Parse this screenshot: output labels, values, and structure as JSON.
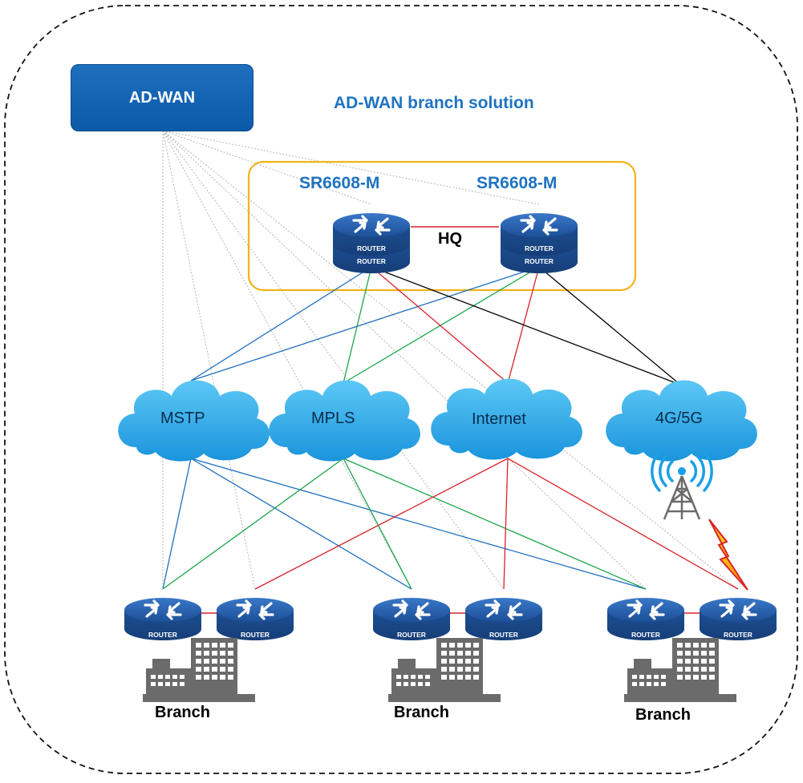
{
  "controller": {
    "label": "AD-WAN"
  },
  "title": "AD-WAN branch solution",
  "hq": {
    "label": "HQ",
    "routers": [
      {
        "model": "SR6608-M",
        "badge_top": "ROUTER",
        "badge_bottom": "ROUTER"
      },
      {
        "model": "SR6608-M",
        "badge_top": "ROUTER",
        "badge_bottom": "ROUTER"
      }
    ]
  },
  "networks": [
    {
      "label": "MSTP"
    },
    {
      "label": "MPLS"
    },
    {
      "label": "Internet"
    },
    {
      "label": "4G/5G"
    }
  ],
  "branches": [
    {
      "label": "Branch",
      "routers": [
        "ROUTER",
        "ROUTER"
      ]
    },
    {
      "label": "Branch",
      "routers": [
        "ROUTER",
        "ROUTER"
      ]
    },
    {
      "label": "Branch",
      "routers": [
        "ROUTER",
        "ROUTER"
      ]
    }
  ],
  "colors": {
    "mstp": "#1f6fbf",
    "mpls": "#1aa64a",
    "internet": "#d9232a",
    "wireless": "#000000",
    "management": "#b5b5b5",
    "hq_box": "#f5b21b",
    "cloud": "#1b9fe3",
    "router": "#2c5fa8"
  }
}
